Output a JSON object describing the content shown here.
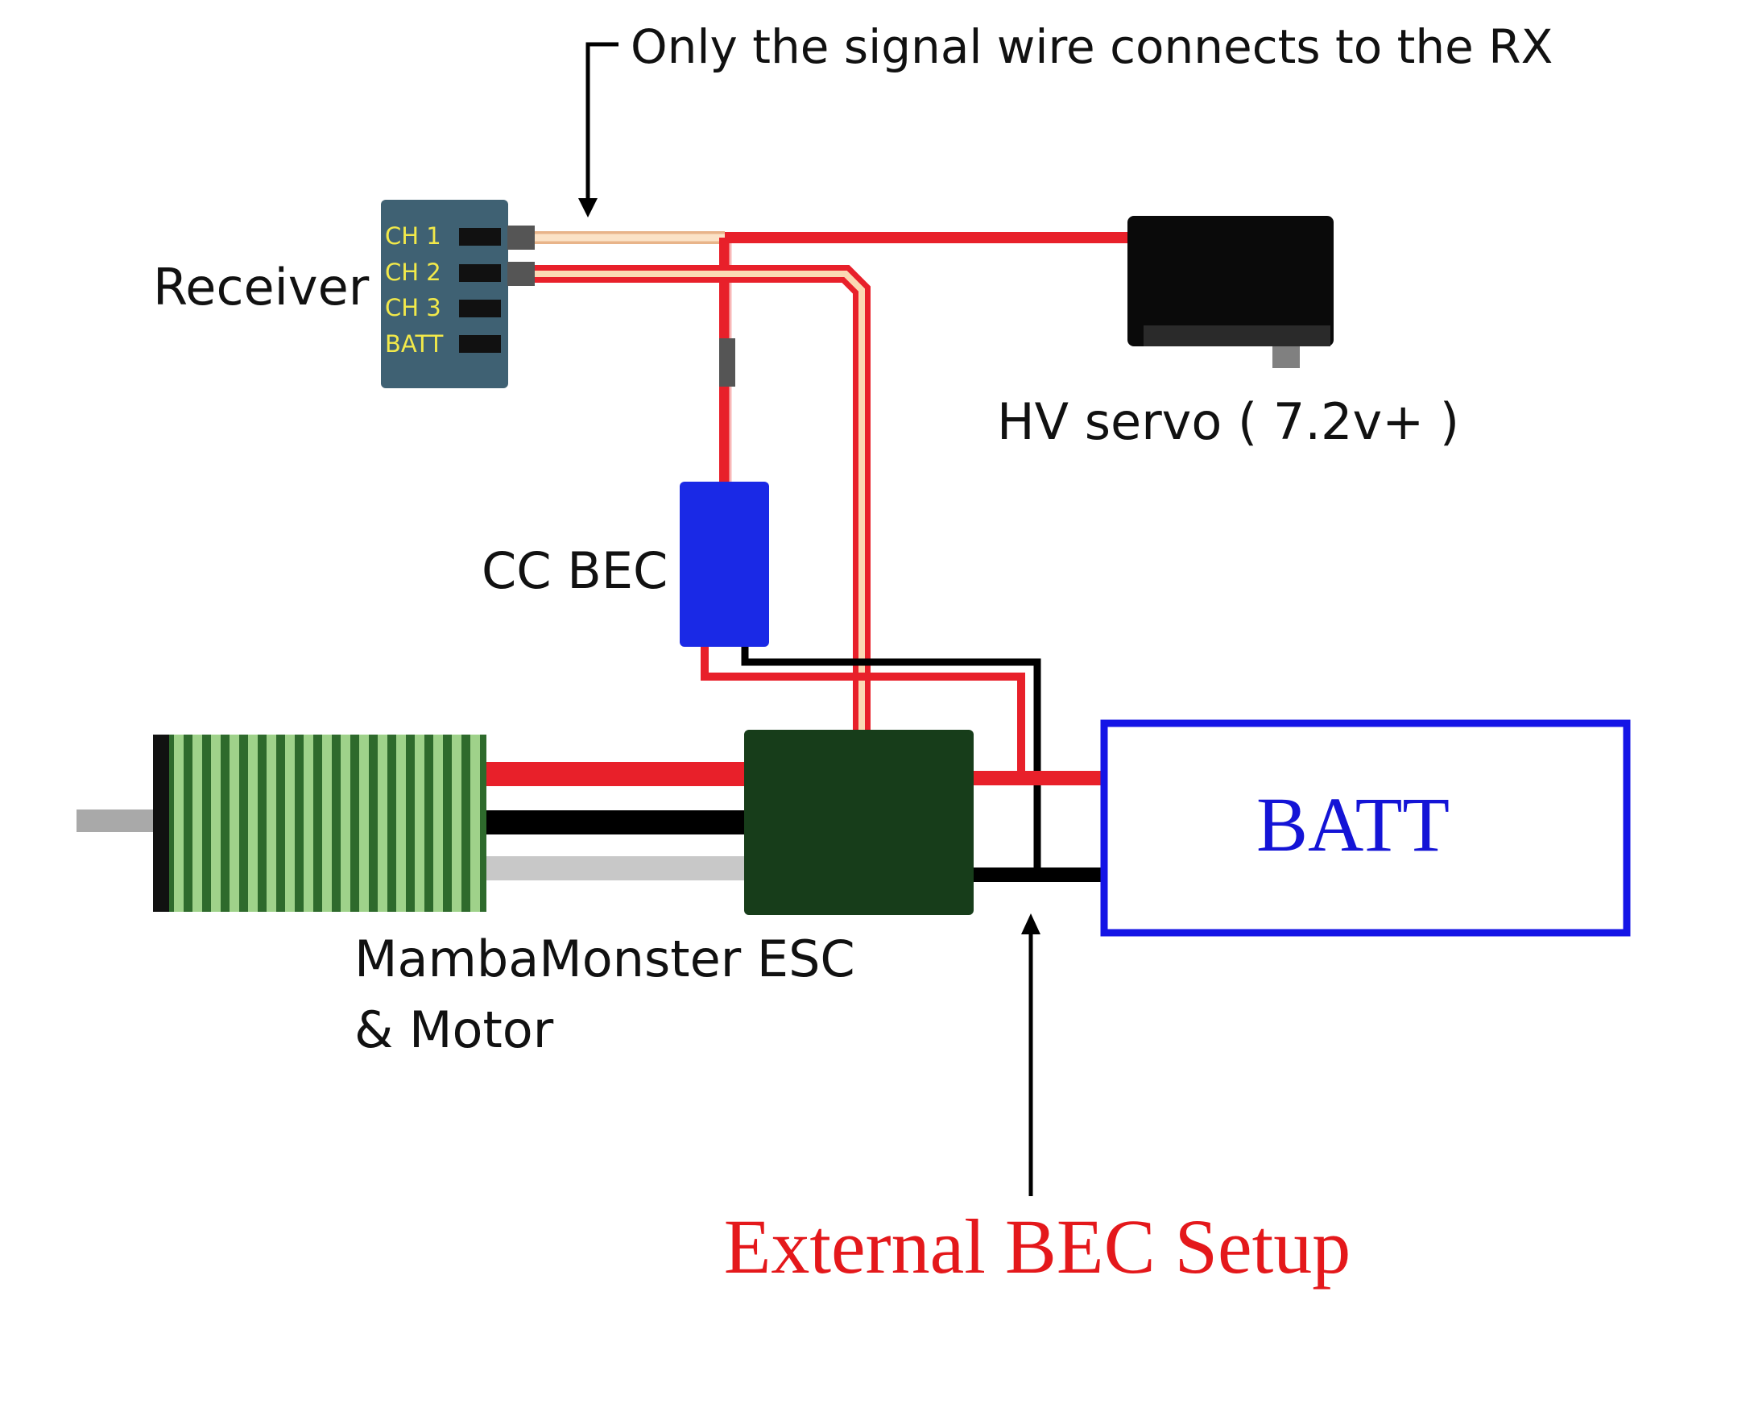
{
  "annotation_top": "Only the signal wire connects to the RX",
  "receiver": {
    "label": "Receiver",
    "channels": [
      "CH 1",
      "CH 2",
      "CH 3",
      "BATT"
    ]
  },
  "servo": {
    "label": "HV servo ( 7.2v+ )"
  },
  "bec": {
    "label": "CC BEC"
  },
  "esc": {
    "label_line1": "MambaMonster ESC",
    "label_line2": "& Motor"
  },
  "battery": {
    "label": "BATT"
  },
  "caption": "External BEC Setup",
  "colors": {
    "wire_red": "#e8202a",
    "wire_black": "#000000",
    "wire_signal": "#fbd9b4",
    "wire_gray": "#c8c8c8",
    "receiver_body": "#3f6173",
    "pin_text": "#f2e94a",
    "bec_body": "#1a29e6",
    "esc_body": "#173d1a",
    "motor_stripe": "#9fd28a",
    "motor_dark": "#2e6a2c",
    "battery_border": "#1414e6",
    "battery_text": "#1414d6",
    "caption_text": "#e4181b"
  }
}
